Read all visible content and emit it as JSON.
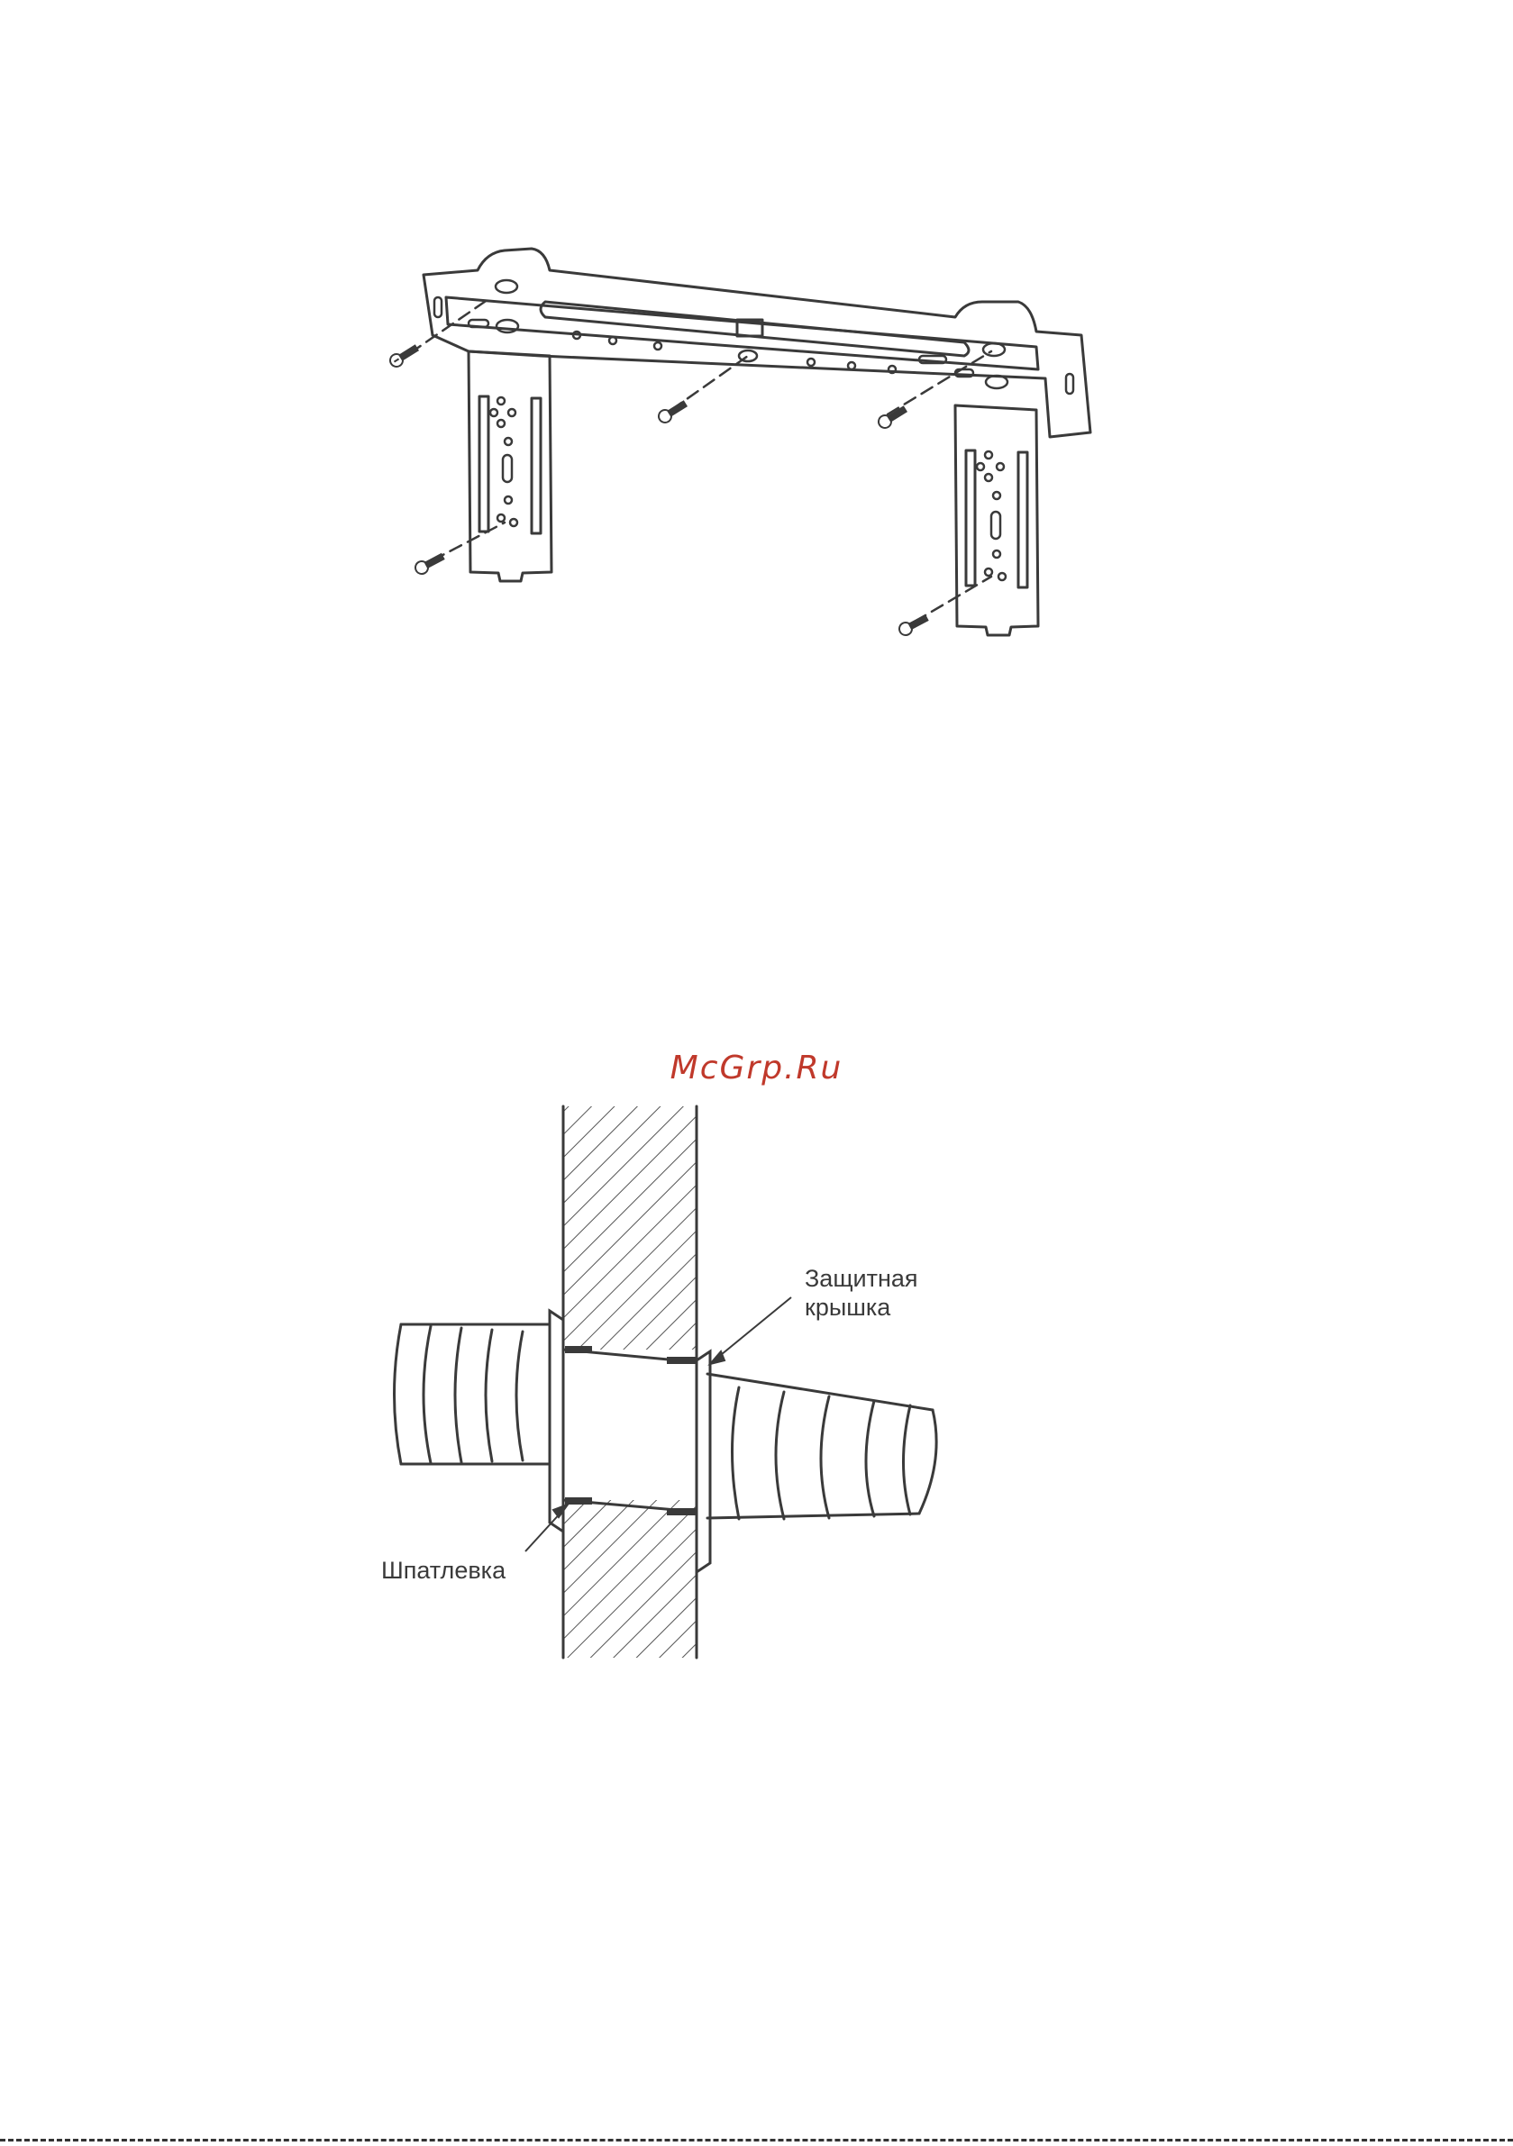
{
  "watermark": "McGrp.Ru",
  "labels": {
    "cover": [
      "Защитная",
      "крышка"
    ],
    "putty": "Шпатлевка"
  },
  "icons": [
    "mounting-plate-diagram",
    "screw-icon",
    "wall-pipe-diagram"
  ],
  "colors": {
    "line": "#3a3a3a",
    "watermark": "#c0392b",
    "background": "#ffffff"
  }
}
